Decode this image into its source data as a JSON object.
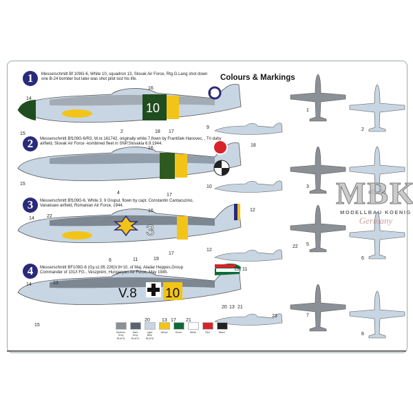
{
  "title": "Colours & Markings",
  "profiles": [
    {
      "number": "1",
      "description": "Messerschmitt Bf 109G-6, White 10, squadron 13, Slovak Air Force, Rtg.G.Lang shot down one B-24 bomber but later was shot pilot lost his life.",
      "code": "10",
      "callouts": [
        "14",
        "16",
        "9",
        "15",
        "2",
        "18",
        "17",
        "9",
        "1",
        "2"
      ]
    },
    {
      "number": "2",
      "description": "Messerschmitt Bf109G-6/R3, W.nr.161742, originally white 7,flown by František Hanovec, , Tri duby airfield, Slovak Air Force -kombined fleet in SNP,Slovakia 6.9.1944.",
      "code": "",
      "callouts": [
        "16",
        "18",
        "15",
        "4",
        "17",
        "10",
        "3"
      ]
    },
    {
      "number": "3",
      "description": "Messerschmitt Bf109G-6, White 3, 9 Grupul, flown by capt. Constantin Cantacuzino, Vanatoare airfield, Romanian Air Force, 1944.",
      "code": "3",
      "callouts": [
        "14",
        "22",
        "16",
        "12",
        "6",
        "11",
        "19",
        "17",
        "12",
        "22",
        "19",
        "11",
        "5",
        "6"
      ]
    },
    {
      "number": "4",
      "description": "Messerschmitt BF109G-6 (Gy.sz.95 226)V.8+10, of Maj. Aladar Heppes,Group Commander of 101/I FG., Veszprém, Hungaryan Air Force, May 1945.",
      "code_left": "V.8",
      "code_right": "10",
      "callouts": [
        "14",
        "23",
        "15",
        "20",
        "13",
        "17",
        "21",
        "20",
        "13",
        "21",
        "23",
        "7",
        "8"
      ]
    }
  ],
  "legend": [
    {
      "label": "Medium Grey RLM75",
      "color": "#8b9096"
    },
    {
      "label": "Dark Grey RLM74",
      "color": "#5b6571"
    },
    {
      "label": "Light Blue RLM76",
      "color": "#c8d5e2"
    },
    {
      "label": "Yellow",
      "color": "#f3c418"
    },
    {
      "label": "Green",
      "color": "#0f6a3a"
    },
    {
      "label": "White",
      "color": "#ffffff"
    },
    {
      "label": "Red",
      "color": "#d8232a"
    },
    {
      "label": "Black",
      "color": "#222222"
    }
  ],
  "logo": {
    "brand": "MBK",
    "subtitle": "MODELLBAU KOENIG",
    "country": "Germany"
  }
}
